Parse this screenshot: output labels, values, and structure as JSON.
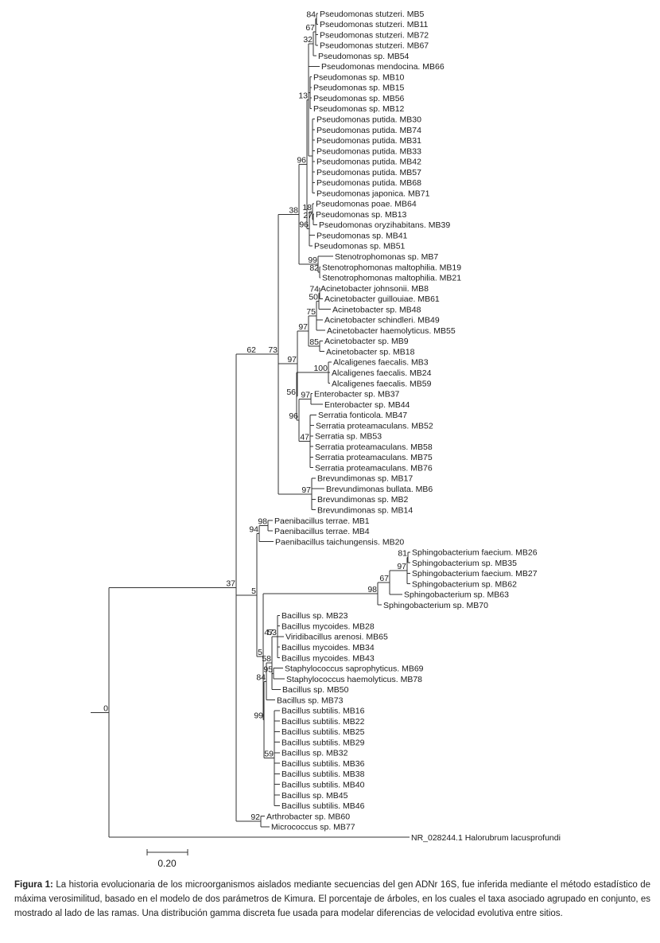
{
  "caption": {
    "label": "Figura 1:",
    "text": "La historia evolucionaria de los microorganismos aislados mediante secuencias del gen ADNr 16S, fue inferida mediante el método estadístico de máxima verosimilitud, basado en el modelo de dos parámetros de Kimura. El porcentaje de árboles, en los cuales el taxa asociado agrupado en conjunto, es mostrado al lado de las ramas. Una distribución gamma discreta fue usada para modelar diferencias de velocidad evolutiva entre sitios."
  },
  "scale_bar": {
    "label": "0.20"
  },
  "taxa": [
    "Pseudomonas stutzeri. MB5",
    "Pseudomonas stutzeri. MB11",
    "Pseudomonas stutzeri. MB72",
    "Pseudomonas stutzeri. MB67",
    "Pseudomonas sp. MB54",
    "Pseudomonas mendocina. MB66",
    "Pseudomonas sp. MB10",
    "Pseudomonas sp. MB15",
    "Pseudomonas sp. MB56",
    "Pseudomonas sp. MB12",
    "Pseudomonas putida. MB30",
    "Pseudomonas putida. MB74",
    "Pseudomonas putida. MB31",
    "Pseudomonas putida. MB33",
    "Pseudomonas putida. MB42",
    "Pseudomonas putida. MB57",
    "Pseudomonas putida. MB68",
    "Pseudomonas japonica. MB71",
    "Pseudomonas poae. MB64",
    "Pseudomonas sp. MB13",
    "Pseudomonas oryzihabitans. MB39",
    "Pseudomonas sp. MB41",
    "Pseudomonas sp. MB51",
    "Stenotrophomonas sp. MB7",
    "Stenotrophomonas maltophilia. MB19",
    "Stenotrophomonas maltophilia. MB21",
    "Acinetobacter johnsonii. MB8",
    "Acinetobacter guillouiae. MB61",
    "Acinetobacter sp. MB48",
    "Acinetobacter schindleri. MB49",
    "Acinetobacter haemolyticus. MB55",
    "Acinetobacter sp. MB9",
    "Acinetobacter sp. MB18",
    "Alcaligenes faecalis. MB3",
    "Alcaligenes faecalis. MB24",
    "Alcaligenes faecalis. MB59",
    "Enterobacter sp. MB37",
    "Enterobacter sp. MB44",
    "Serratia fonticola. MB47",
    "Serratia proteamaculans. MB52",
    "Serratia sp. MB53",
    "Serratia proteamaculans. MB58",
    "Serratia proteamaculans. MB75",
    "Serratia proteamaculans. MB76",
    "Brevundimonas sp. MB17",
    "Brevundimonas bullata. MB6",
    "Brevundimonas sp. MB2",
    "Brevundimonas sp. MB14",
    "Paenibacillus terrae. MB1",
    "Paenibacillus terrae. MB4",
    "Paenibacillus taichungensis. MB20",
    "Sphingobacterium faecium. MB26",
    "Sphingobacterium sp. MB35",
    "Sphingobacterium faecium. MB27",
    "Sphingobacterium sp. MB62",
    "Sphingobacterium sp. MB63",
    "Sphingobacterium sp. MB70",
    "Bacillus sp. MB23",
    "Bacillus mycoides. MB28",
    "Viridibacillus arenosi. MB65",
    "Bacillus mycoides. MB34",
    "Bacillus mycoides. MB43",
    "Staphylococcus saprophyticus. MB69",
    "Staphylococcus haemolyticus. MB78",
    "Bacillus sp. MB50",
    "Bacillus sp. MB73",
    "Bacillus subtilis. MB16",
    "Bacillus subtilis. MB22",
    "Bacillus subtilis. MB25",
    "Bacillus subtilis. MB29",
    "Bacillus sp. MB32",
    "Bacillus subtilis. MB36",
    "Bacillus subtilis. MB38",
    "Bacillus subtilis. MB40",
    "Bacillus sp. MB45",
    "Bacillus subtilis. MB46",
    "Arthrobacter sp. MB60",
    "Micrococcus sp. MB77",
    "NR_028244.1 Halorubrum lacusprofundi"
  ],
  "bootstrap": [
    "84",
    "67",
    "32",
    "13",
    "96",
    "95",
    "18",
    "27",
    "96",
    "38",
    "99",
    "82",
    "74",
    "50",
    "75",
    "97",
    "85",
    "100",
    "56",
    "97",
    "47",
    "96",
    "97",
    "73",
    "62",
    "97",
    "98",
    "94",
    "81",
    "97",
    "67",
    "98",
    "5",
    "53",
    "47",
    "95",
    "58",
    "59",
    "84",
    "99",
    "5",
    "37",
    "92",
    "0"
  ]
}
